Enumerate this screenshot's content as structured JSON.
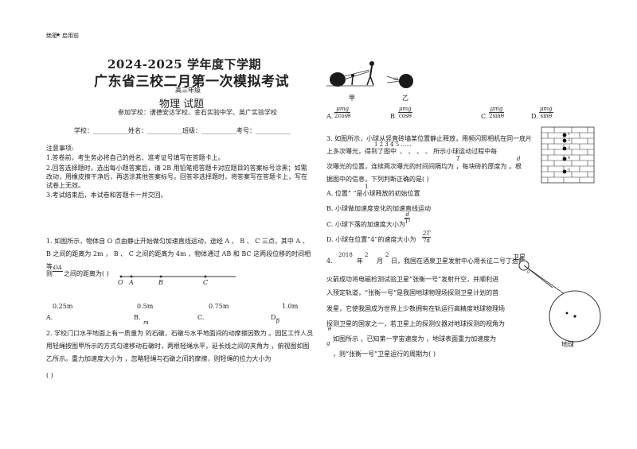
{
  "header": {
    "secret_label": "绝密",
    "enable_label": "启用前",
    "title_year": "2024-2025 学年度下学期",
    "title_exam": "广东省三校二月第一次模拟考试",
    "grade": "高三年级",
    "subject": "物理  试题",
    "schools": "参加学校：谱德安达学校、金石实验中学、英广实验学校",
    "info_line": "学校：___________姓名：___________班级：___________考号：___________"
  },
  "notes": {
    "heading": "注意事项:",
    "items": [
      "1.答卷前，考生务必将自己的姓名、准考证号填写在答题卡上。",
      "2.回答选择题时，选出每小题答案后，请 2B 用铅笔把答题卡对应题目的答案标号涂黑；如需改动，用橡皮擦干净后，再选涂其他答案标号。回答非选择题时，将答案写在答题卡上，写在试卷上无效。",
      "3.考试结束后，本试卷和答题卡一并交回。"
    ]
  },
  "q1": {
    "text": "1. 如图所示，物体自 O 点由静止开始做匀加速直线运动，途经 A 、 B 、 C 三点，其中 A 、 B 之间的距离为 2m ， B 、 C 之间的距离为 4m ，物体通过 AB 和 BC 这两段位移的时间相等，",
    "text_end_a": "则",
    "text_end_b": "之间的距离为(    )",
    "frac_num": "OA",
    "points": [
      "O",
      "A",
      "B",
      "C"
    ],
    "opt_values": [
      "0.25m",
      "0.5m",
      "0.75m",
      "1.0m"
    ],
    "opt_letters": [
      "A.",
      "B.",
      "C.",
      "D."
    ],
    "opt_m": "m",
    "opt_d_sub": "β"
  },
  "q2": {
    "text": "2. 学校门口水平地面上有一质量为      的石礅，石礅与水平地面间的动摩擦因数为   。园区工作人员用轻绳按图甲所示的方式匀速移动石礅时，两根轻绳水平，延长线之间的夹角为     ，俯视图如图乙所示。重力加速度大小为   ，忽略轻绳与石礅之间的摩擦，则轻绳的拉力大小为",
    "paren": "(    )",
    "fig_labels": [
      "甲",
      "乙"
    ],
    "options": [
      {
        "letter": "A.",
        "num": "μmg",
        "den": "2cosθ"
      },
      {
        "letter": "B.",
        "num": "μmg",
        "den": "cosθ"
      },
      {
        "letter": "C.",
        "num": "μmg",
        "den": "2sinθ"
      },
      {
        "letter": "D.",
        "num": "μmg",
        "den": "sinθ"
      }
    ]
  },
  "q3": {
    "line1": "3. 如图所示，小球从竖直砖墙某位置静止释放，用频闪照相机在同一底片",
    "line2": "上多次曝光，得到了图中",
    "nums": "1   2   3   4   5 ......",
    "line2b": "、   、   、   、     所示小球运动过程中每",
    "line3": "次曝光的位置，连续两次曝光的时间间隔均为      ，每块砖的厚度为   。根",
    "symT": "T",
    "symd": "d",
    "line4": "据图中的信息，下列判断正确的是(    )",
    "opt_a": "A. 位置“    ”是小球释放的初始位置",
    "opt_a_num": "1",
    "opt_b": "B. 小球做加速度变化的加速直线运动",
    "opt_c": "C. 小球下落的加速度大小为",
    "opt_c_num": "d",
    "opt_c_den": "T²",
    "opt_d": "D. 小球在位置“4”的速度大小为",
    "opt_d_num": "2T",
    "opt_d_den": "7d",
    "wall_labels": [
      "1",
      "2",
      "3",
      "4",
      "5"
    ]
  },
  "q4": {
    "prefix": "4.",
    "year": "2018",
    "mid1": "年",
    "month": "2",
    "mid2": "月",
    "day": "2",
    "line1_end": "日，我国在酒泉卫星发射中心用长征二号丁运载",
    "line2": "火箭成功将电磁检测试验卫星“张衡一号”发射升空，并顺利进",
    "line3": "入预定轨道，“张衡一号”是我国地球物理场探测卫星计划的首",
    "line4": "发星，它使我国成为世界上少数拥有在轨运行高精度地球物理场",
    "line5": "探测卫星的国家之一，若卫星上的探测仪器对地球探测的视角为",
    "line6": "如图所示 ，已知第一宇宙速度为     ，地球表面重力加速度为",
    "line7": "，则“张衡一号”卫星运行的周期为(    )",
    "sym_theta": "θ",
    "sym_g": "g",
    "fig_satellite": "卫星",
    "fig_earth": "地球"
  }
}
